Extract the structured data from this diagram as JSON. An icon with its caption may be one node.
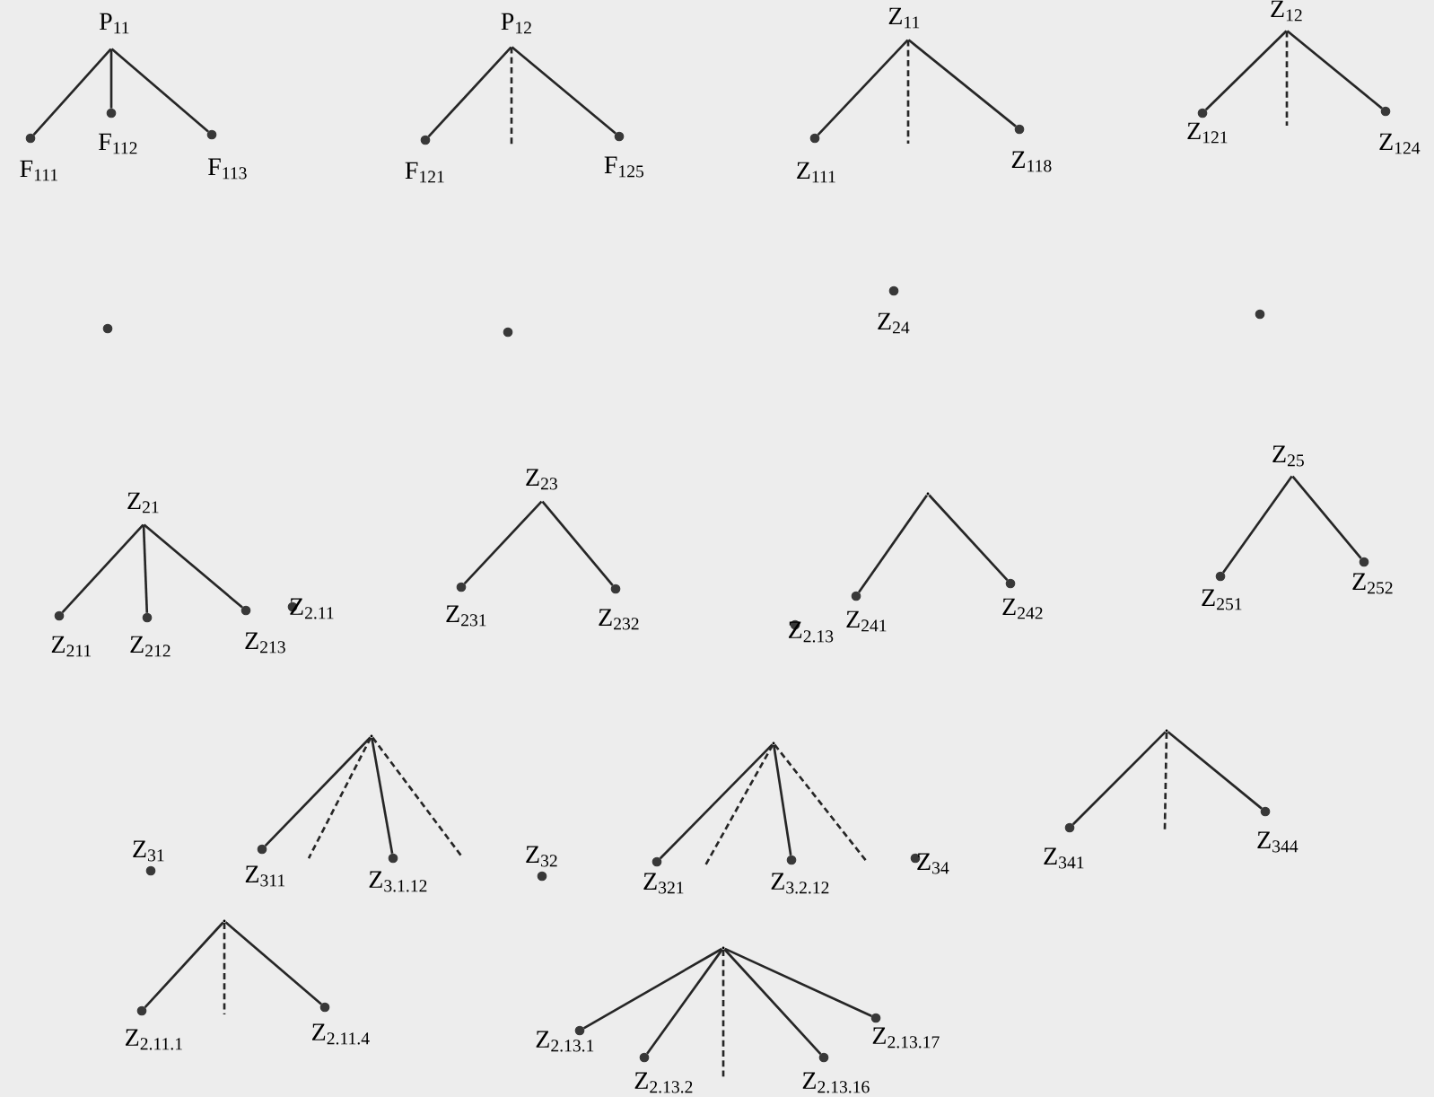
{
  "diagram": {
    "nodes": [
      {
        "text": [
          "P$_{11}$"
        ]
      },
      {
        "text": [
          "F$_{111}$"
        ]
      },
      {
        "text": [
          "F$_{112}$"
        ]
      },
      {
        "text": [
          "F$_{113}$"
        ]
      },
      {
        "text": [
          "P$_{12}$"
        ]
      },
      {
        "text": [
          "F$_{121}$"
        ]
      },
      {
        "text": [
          "F$_{125}$"
        ]
      },
      {
        "text": [
          "Z$_{11}$"
        ]
      },
      {
        "text": [
          "Z$_{111}$"
        ]
      },
      {
        "text": [
          "Z$_{118}$"
        ]
      },
      {
        "text": [
          "Z$_{12}$"
        ]
      },
      {
        "text": [
          "Z$_{121}$"
        ]
      },
      {
        "text": [
          "Z$_{124}$"
        ]
      },
      {
        "text": [],
        "shape": "circle"
      },
      {
        "text": [],
        "shape": "circle"
      },
      {
        "text": [
          "Z$_{24}$"
        ]
      },
      {
        "text": [],
        "shape": "circle"
      },
      {
        "text": [
          "Z$_{21}$"
        ]
      },
      {
        "text": [
          "Z$_{211}$"
        ]
      },
      {
        "text": [
          "Z$_{212}$"
        ]
      },
      {
        "text": [
          "Z$_{213}$"
        ]
      },
      {
        "text": [
          "Z$_{2.11}$"
        ]
      },
      {
        "text": [
          "Z$_{23}$"
        ]
      },
      {
        "text": [
          "Z$_{231}$"
        ]
      },
      {
        "text": [
          "Z$_{232}$"
        ]
      },
      {
        "text": [],
        "shape": "vertex"
      },
      {
        "text": [
          "Z$_{2.13}$"
        ]
      },
      {
        "text": [
          "Z$_{241}$"
        ]
      },
      {
        "text": [
          "Z$_{242}$"
        ]
      },
      {
        "text": [
          "Z$_{25}$"
        ]
      },
      {
        "text": [
          "Z$_{251}$"
        ]
      },
      {
        "text": [
          "Z$_{252}$"
        ]
      },
      {
        "text": [
          "Z$_{31}$"
        ]
      },
      {
        "text": [],
        "shape": "vertex"
      },
      {
        "text": [
          "Z$_{311}$"
        ]
      },
      {
        "text": [
          "Z$_{3.1.12}$"
        ]
      },
      {
        "text": [
          "Z$_{32}$"
        ]
      },
      {
        "text": [],
        "shape": "vertex"
      },
      {
        "text": [
          "Z$_{321}$"
        ]
      },
      {
        "text": [
          "Z$_{3.2.12}$"
        ]
      },
      {
        "text": [
          "Z$_{34}$"
        ]
      },
      {
        "text": [],
        "shape": "vertex"
      },
      {
        "text": [
          "Z$_{341}$"
        ]
      },
      {
        "text": [
          "Z$_{344}$"
        ]
      },
      {
        "text": [],
        "shape": "vertex"
      },
      {
        "text": [
          "Z$_{2.11.1}$"
        ]
      },
      {
        "text": [
          "Z$_{2.11.4}$"
        ]
      },
      {
        "text": [],
        "shape": "vertex"
      },
      {
        "text": [
          "Z$_{2.13.1}$"
        ]
      },
      {
        "text": [
          "Z$_{2.13.2}$"
        ]
      },
      {
        "text": [
          "Z$_{2.13.16}$"
        ]
      },
      {
        "text": [
          "Z$_{2.13.17}$"
        ]
      }
    ],
    "edges": [
      {
        "from": 0,
        "to": 1,
        "arrow": "none"
      },
      {
        "from": 0,
        "to": 2,
        "arrow": "none"
      },
      {
        "from": 0,
        "to": 3,
        "arrow": "none"
      },
      {
        "from": 4,
        "to": 5,
        "arrow": "none"
      },
      {
        "from": 4,
        "to": null,
        "arrow": "none",
        "style": "dashed"
      },
      {
        "from": 4,
        "to": 6,
        "arrow": "none"
      },
      {
        "from": 7,
        "to": 8,
        "arrow": "none"
      },
      {
        "from": 7,
        "to": null,
        "arrow": "none",
        "style": "dashed"
      },
      {
        "from": 7,
        "to": 9,
        "arrow": "none"
      },
      {
        "from": 10,
        "to": 11,
        "arrow": "none"
      },
      {
        "from": 10,
        "to": null,
        "arrow": "none",
        "style": "dashed"
      },
      {
        "from": 10,
        "to": 12,
        "arrow": "none"
      },
      {
        "from": 17,
        "to": 18,
        "arrow": "none"
      },
      {
        "from": 17,
        "to": 19,
        "arrow": "none"
      },
      {
        "from": 17,
        "to": 20,
        "arrow": "none"
      },
      {
        "from": 22,
        "to": 23,
        "arrow": "none"
      },
      {
        "from": 22,
        "to": 24,
        "arrow": "none"
      },
      {
        "from": 25,
        "to": 27,
        "arrow": "none"
      },
      {
        "from": 25,
        "to": 28,
        "arrow": "none"
      },
      {
        "from": 29,
        "to": 30,
        "arrow": "none"
      },
      {
        "from": 29,
        "to": 31,
        "arrow": "none"
      },
      {
        "from": 33,
        "to": 34,
        "arrow": "none"
      },
      {
        "from": 33,
        "to": null,
        "arrow": "none",
        "style": "dashed"
      },
      {
        "from": 33,
        "to": 35,
        "arrow": "none"
      },
      {
        "from": 33,
        "to": null,
        "arrow": "none",
        "style": "dashed"
      },
      {
        "from": 37,
        "to": 38,
        "arrow": "none"
      },
      {
        "from": 37,
        "to": null,
        "arrow": "none",
        "style": "dashed"
      },
      {
        "from": 37,
        "to": 39,
        "arrow": "none"
      },
      {
        "from": 37,
        "to": null,
        "arrow": "none",
        "style": "dashed"
      },
      {
        "from": 41,
        "to": 42,
        "arrow": "none"
      },
      {
        "from": 41,
        "to": null,
        "arrow": "none",
        "style": "dashed"
      },
      {
        "from": 41,
        "to": 43,
        "arrow": "none"
      },
      {
        "from": 44,
        "to": 45,
        "arrow": "none"
      },
      {
        "from": 44,
        "to": null,
        "arrow": "none",
        "style": "dashed"
      },
      {
        "from": 44,
        "to": 46,
        "arrow": "none"
      },
      {
        "from": 47,
        "to": 48,
        "arrow": "none"
      },
      {
        "from": 47,
        "to": 49,
        "arrow": "none"
      },
      {
        "from": 47,
        "to": null,
        "arrow": "none",
        "style": "dashed"
      },
      {
        "from": 47,
        "to": 50,
        "arrow": "none"
      },
      {
        "from": 47,
        "to": 51,
        "arrow": "none"
      }
    ]
  }
}
